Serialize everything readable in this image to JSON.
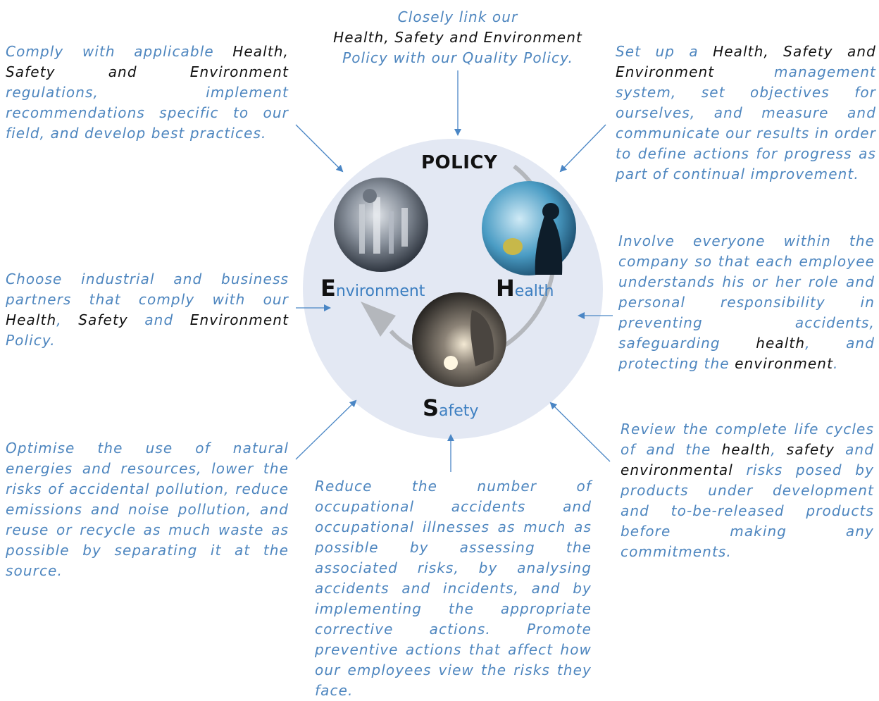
{
  "top": {
    "line1": "Closely link our",
    "line2": "Health, Safety and Environment",
    "line3": "Policy with our Quality Policy."
  },
  "top_left": {
    "t1": "Comply with applicable ",
    "b1": "Health, Safety and Environment",
    "t2": " regulations, implement recommendations specific to our field, and develop best practices."
  },
  "top_right": {
    "t1": "Set up a ",
    "b1": "Health, Safety and Environment",
    "t2": " management system, set objectives for ourselves, and measure and communicate our results in order to define actions for progress as part of continual improvement."
  },
  "mid_left": {
    "t1": "Choose industrial and business partners that comply with our ",
    "b1": "Health",
    "t2": ", ",
    "b2": "Safety",
    "t3": " and ",
    "b3": "Environment",
    "t4": " Policy."
  },
  "mid_right": {
    "t1": "Involve everyone within the company so that each employee understands his or her role and personal responsibility in preventing accidents, safeguarding ",
    "b1": "health",
    "t2": ", and protecting the ",
    "b2": "environment",
    "t3": "."
  },
  "bottom_left": {
    "t1": "Optimise the use of natural energies and resources, lower the risks of accidental pollution, reduce emissions and noise pollution, and reuse or recycle as much waste as possible by separating it at the source."
  },
  "bottom_center": {
    "t1": "Reduce the number of occupational accidents and occupational illnesses as much as possible by assessing the associated risks, by analysing accidents and incidents, and by implementing the appropriate corrective actions. Promote preventive actions that affect how our employees view the risks they face."
  },
  "bottom_right": {
    "t1": "Review the complete life cycles of and the ",
    "b1": "health",
    "t2": ", ",
    "b2": "safety",
    "t3": " and ",
    "b3": "environmental",
    "t4": " risks posed by products under development and to-be-released products before making any commitments."
  },
  "circle": {
    "policy": "POLICY",
    "env_big": "E",
    "env_rest": "nvironment",
    "health_big": "H",
    "health_rest": "ealth",
    "safety_big": "S",
    "safety_rest": "afety"
  },
  "colors": {
    "text_blue": "#4e86bf",
    "circle_fill": "#e3e8f3",
    "arrow_blue": "#4a86c5",
    "cycle_grey": "#b4b7bc"
  }
}
